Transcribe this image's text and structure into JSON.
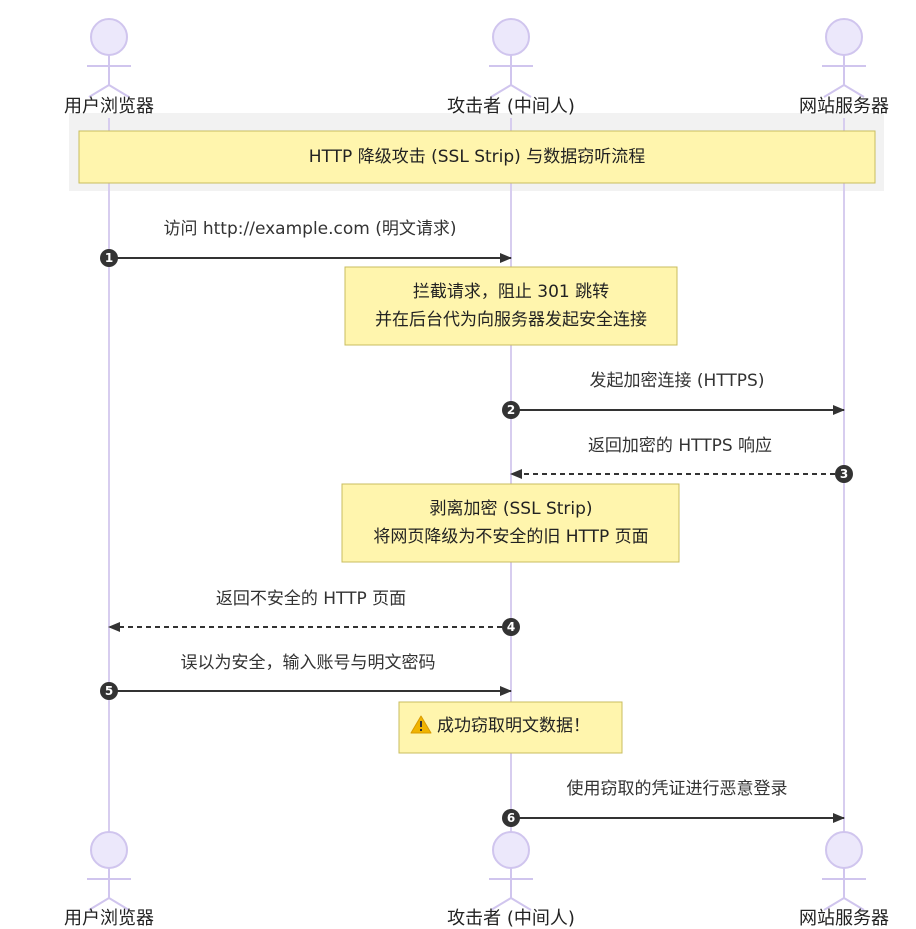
{
  "actors": [
    {
      "id": "browser",
      "label": "用户浏览器"
    },
    {
      "id": "attacker",
      "label": "攻击者 (中间人)"
    },
    {
      "id": "server",
      "label": "网站服务器"
    }
  ],
  "group": {
    "title": "HTTP 降级攻击 (SSL Strip) 与数据窃听流程"
  },
  "messages": [
    {
      "num": "1",
      "from": "browser",
      "to": "attacker",
      "label": "访问 http://example.com (明文请求)",
      "style": "solid"
    },
    {
      "num": "2",
      "from": "attacker",
      "to": "server",
      "label": "发起加密连接 (HTTPS)",
      "style": "solid"
    },
    {
      "num": "3",
      "from": "server",
      "to": "attacker",
      "label": "返回加密的 HTTPS 响应",
      "style": "dashed"
    },
    {
      "num": "4",
      "from": "attacker",
      "to": "browser",
      "label": "返回不安全的 HTTP 页面",
      "style": "dashed"
    },
    {
      "num": "5",
      "from": "browser",
      "to": "attacker",
      "label": "误以为安全，输入账号与明文密码",
      "style": "solid"
    },
    {
      "num": "6",
      "from": "attacker",
      "to": "server",
      "label": "使用窃取的凭证进行恶意登录",
      "style": "solid"
    }
  ],
  "notes": [
    {
      "lines": [
        "拦截请求，阻止 301 跳转",
        "并在后台代为向服务器发起安全连接"
      ]
    },
    {
      "lines": [
        "剥离加密 (SSL Strip)",
        "将网页降级为不安全的旧 HTTP 页面"
      ]
    },
    {
      "icon": "warning-icon",
      "lines": [
        "成功窃取明文数据！"
      ]
    }
  ],
  "colors": {
    "lifeline": "#d7cdef",
    "actor_fill": "#ece8fb",
    "actor_stroke": "#d0c5ee",
    "note_fill": "#fff5ad",
    "note_stroke": "#c8bd5f",
    "group_fill": "#f2f2f2",
    "arrow": "#333333",
    "badge": "#333333",
    "warning": "#f0b400"
  }
}
